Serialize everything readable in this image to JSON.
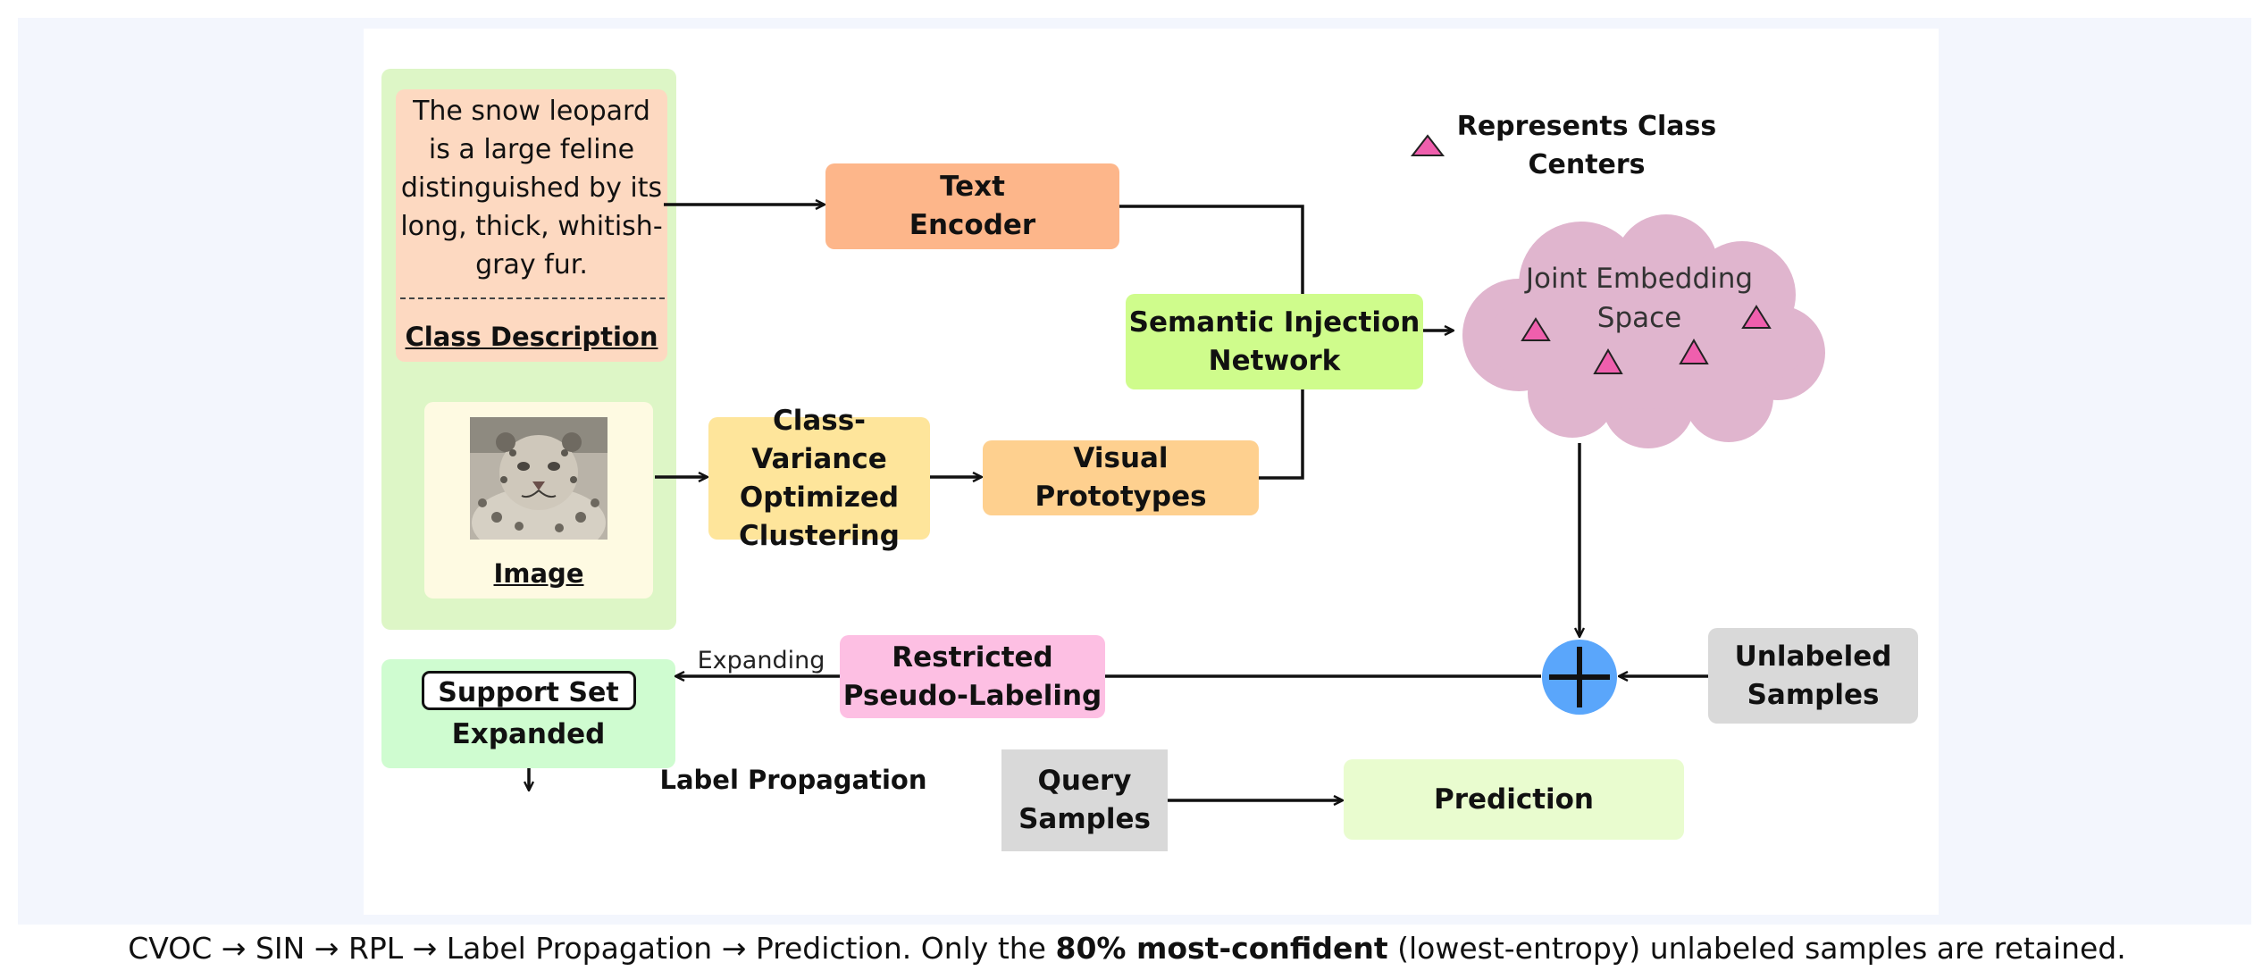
{
  "class_description": {
    "text": "The snow leopard is a large feline distinguished by its long, thick, whitish-gray fur.",
    "label": "Class Description"
  },
  "image_card": {
    "label": "Image"
  },
  "nodes": {
    "text_encoder": {
      "line1": "Text",
      "line2": "Encoder"
    },
    "semantic_injection": {
      "line1": "Semantic Injection",
      "line2": "Network"
    },
    "cvoc": {
      "line1": "Class-Variance",
      "line2": "Optimized",
      "line3": "Clustering"
    },
    "visual_prototypes": {
      "label": "Visual Prototypes"
    },
    "joint_embedding": {
      "line1": "Joint Embedding",
      "line2": "Space"
    },
    "legend": {
      "line1": "Represents Class",
      "line2": "Centers"
    },
    "restricted_pl": {
      "line1": "Restricted",
      "line2": "Pseudo-Labeling"
    },
    "unlabeled": {
      "line1": "Unlabeled",
      "line2": "Samples"
    },
    "support_set": {
      "inner": "Support Set",
      "label": "Expanded"
    },
    "query": {
      "line1": "Query",
      "line2": "Samples"
    },
    "prediction": {
      "label": "Prediction"
    }
  },
  "edge_labels": {
    "expanding": "Expanding",
    "label_propagation": "Label Propagation"
  },
  "caption": {
    "part1": "CVOC → SIN → RPL → Label Propagation → Prediction. Only the",
    "bold": "80% most-confident",
    "part2": "(lowest-entropy) unlabeled samples are retained."
  },
  "colors": {
    "left_panel": "#ddf6c6",
    "class_description": "#fdd9c1",
    "image_card": "#fefae2",
    "text_encoder": "#fdb68a",
    "semantic_injection": "#cffc8c",
    "cvoc": "#fee59b",
    "visual_prototypes": "#fed08f",
    "cloud": "#e0b5ce",
    "triangle": "#ef5fad",
    "restricted_pl": "#fdbfe3",
    "unlabeled": "#d9d9d9",
    "support_set": "#cffcd0",
    "query": "#d9d9d9",
    "prediction": "#e9fccf",
    "plus_circle": "#5aa6fb"
  }
}
